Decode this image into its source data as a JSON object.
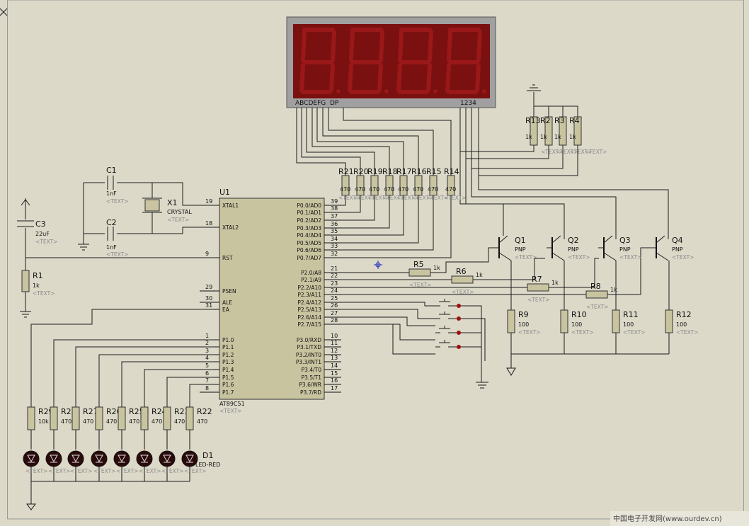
{
  "text_placeholder": "<TEXT>",
  "display": {
    "segment_label": "ABCDEFG  DP",
    "digit_label": "1234",
    "bg_color": "#7a1010",
    "frame_color": "#8a8a8a"
  },
  "mcu": {
    "ref": "U1",
    "part": "AT89C51",
    "left_pins": [
      {
        "num": "19",
        "name": "XTAL1"
      },
      {
        "num": "18",
        "name": "XTAL2"
      },
      {
        "num": "9",
        "name": "RST"
      },
      {
        "num": "29",
        "name": "PSEN"
      },
      {
        "num": "30",
        "name": "ALE"
      },
      {
        "num": "31",
        "name": "EA"
      },
      {
        "num": "1",
        "name": "P1.0"
      },
      {
        "num": "2",
        "name": "P1.1"
      },
      {
        "num": "3",
        "name": "P1.2"
      },
      {
        "num": "4",
        "name": "P1.3"
      },
      {
        "num": "5",
        "name": "P1.4"
      },
      {
        "num": "6",
        "name": "P1.5"
      },
      {
        "num": "7",
        "name": "P1.6"
      },
      {
        "num": "8",
        "name": "P1.7"
      }
    ],
    "right_pins": [
      {
        "num": "39",
        "name": "P0.0/AD0"
      },
      {
        "num": "38",
        "name": "P0.1/AD1"
      },
      {
        "num": "37",
        "name": "P0.2/AD2"
      },
      {
        "num": "36",
        "name": "P0.3/AD3"
      },
      {
        "num": "35",
        "name": "P0.4/AD4"
      },
      {
        "num": "34",
        "name": "P0.5/AD5"
      },
      {
        "num": "33",
        "name": "P0.6/AD6"
      },
      {
        "num": "32",
        "name": "P0.7/AD7"
      },
      {
        "num": "21",
        "name": "P2.0/A8"
      },
      {
        "num": "22",
        "name": "P2.1/A9"
      },
      {
        "num": "23",
        "name": "P2.2/A10"
      },
      {
        "num": "24",
        "name": "P2.3/A11"
      },
      {
        "num": "25",
        "name": "P2.4/A12"
      },
      {
        "num": "26",
        "name": "P2.5/A13"
      },
      {
        "num": "27",
        "name": "P2.6/A14"
      },
      {
        "num": "28",
        "name": "P2.7/A15"
      },
      {
        "num": "10",
        "name": "P3.0/RXD"
      },
      {
        "num": "11",
        "name": "P3.1/TXD"
      },
      {
        "num": "12",
        "name": "P3.2/INT0"
      },
      {
        "num": "13",
        "name": "P3.3/INT1"
      },
      {
        "num": "14",
        "name": "P3.4/T0"
      },
      {
        "num": "15",
        "name": "P3.5/T1"
      },
      {
        "num": "16",
        "name": "P3.6/WR"
      },
      {
        "num": "17",
        "name": "P3.7/RD"
      }
    ]
  },
  "parts": {
    "c1": {
      "ref": "C1",
      "value": "1nF"
    },
    "c2": {
      "ref": "C2",
      "value": "1nF"
    },
    "c3": {
      "ref": "C3",
      "value": "22uF"
    },
    "x1": {
      "ref": "X1",
      "value": "CRYSTAL"
    },
    "r1": {
      "ref": "R1",
      "value": "1k"
    },
    "r5": {
      "ref": "R5",
      "value": "1k"
    },
    "r6": {
      "ref": "R6",
      "value": "1k"
    },
    "r7": {
      "ref": "R7",
      "value": "1k"
    },
    "r8": {
      "ref": "R8",
      "value": "1k"
    },
    "r9": {
      "ref": "R9",
      "value": "100"
    },
    "r10": {
      "ref": "R10",
      "value": "100"
    },
    "r11": {
      "ref": "R11",
      "value": "100"
    },
    "r12": {
      "ref": "R12",
      "value": "100"
    },
    "q1": {
      "ref": "Q1",
      "value": "PNP"
    },
    "q2": {
      "ref": "Q2",
      "value": "PNP"
    },
    "q3": {
      "ref": "Q3",
      "value": "PNP"
    },
    "q4": {
      "ref": "Q4",
      "value": "PNP"
    },
    "d1": {
      "ref": "D1",
      "value": "LED-RED"
    }
  },
  "seg_resistors": {
    "refs": [
      "R21",
      "R20",
      "R19",
      "R18",
      "R17",
      "R16",
      "R15",
      "R14"
    ],
    "value": "470"
  },
  "digit_resistors": {
    "refs": [
      "R13",
      "R2",
      "R3",
      "R4"
    ],
    "value": "1k"
  },
  "led_resistors": {
    "refs": [
      "R29",
      "R28",
      "R27",
      "R26",
      "R25",
      "R24",
      "R23",
      "R22"
    ],
    "values": [
      "10k",
      "470",
      "470",
      "470",
      "470",
      "470",
      "470",
      "470"
    ]
  },
  "watermark": "中国电子开发网(www.ourdev.cn)"
}
